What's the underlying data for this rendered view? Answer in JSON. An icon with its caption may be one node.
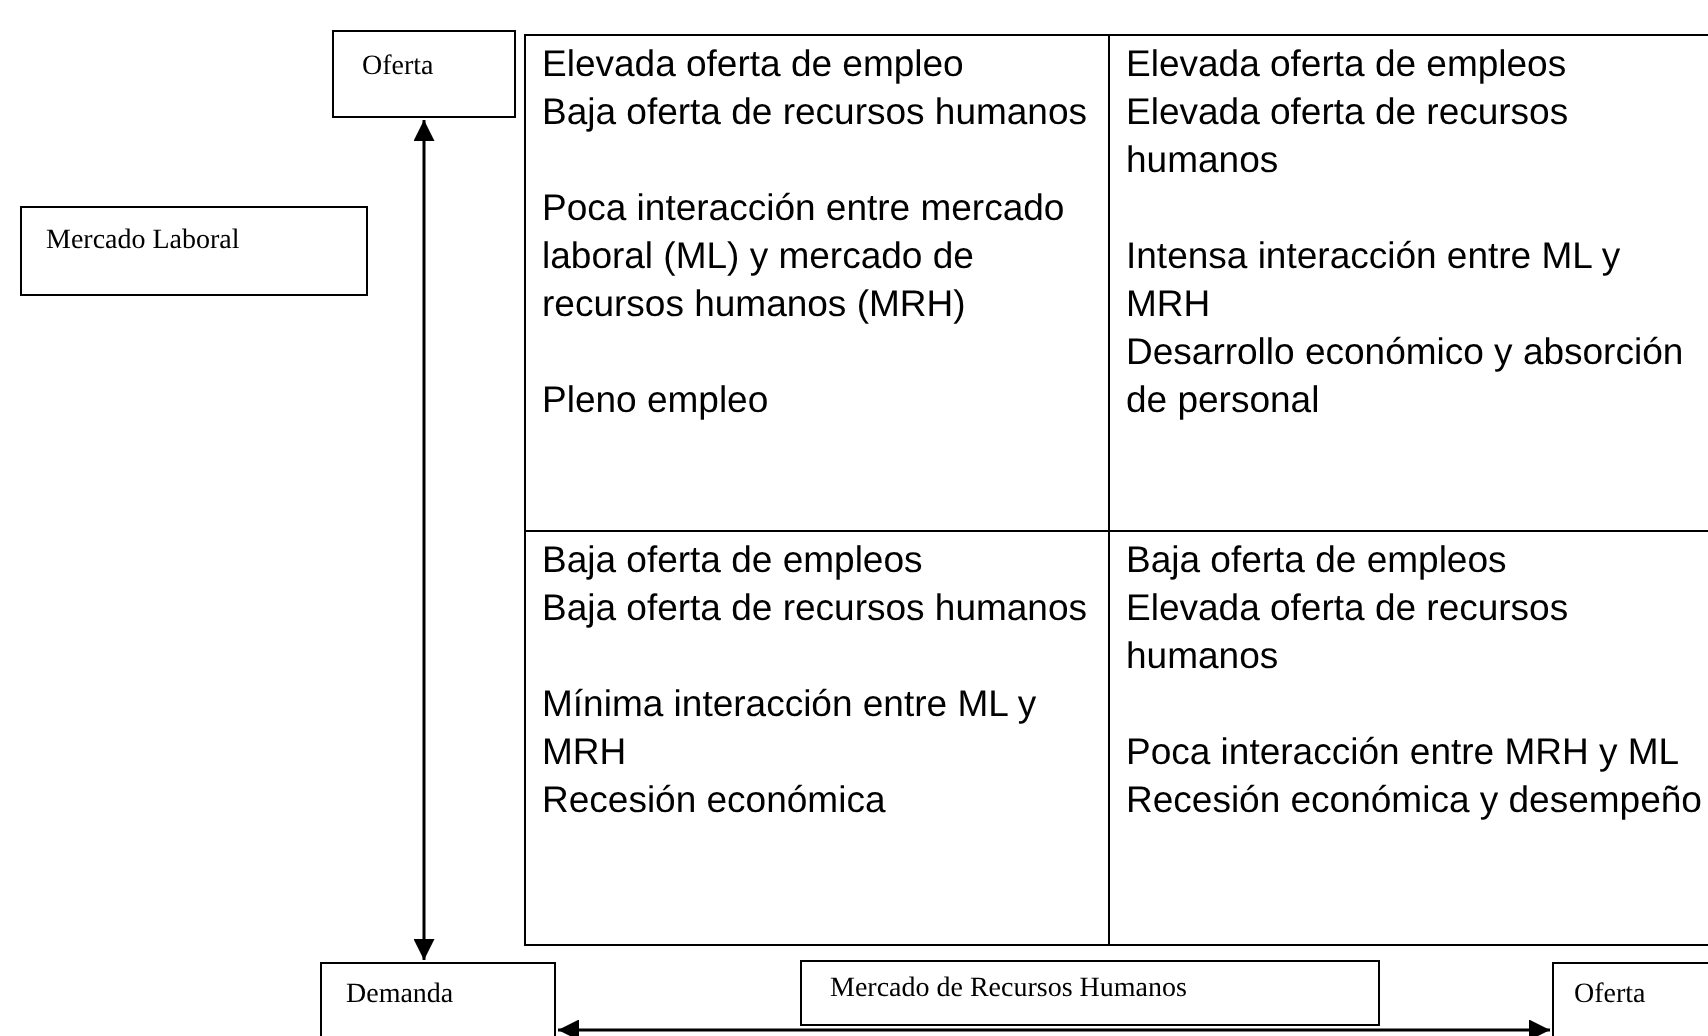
{
  "diagram": {
    "nodes": [
      {
        "text": [
          "Oferta"
        ]
      },
      {
        "text": [
          "Mercado Laboral"
        ]
      },
      {
        "text": [
          "Elevada oferta de empleo",
          "Baja oferta de recursos humanos",
          "Poca interacción entre mercado laboral (ML) y mercado de recursos humanos (MRH)",
          "Pleno empleo"
        ]
      },
      {
        "text": [
          "Elevada oferta de empleos",
          "Elevada oferta de recursos humanos",
          "Intensa interacción entre ML y MRH",
          "Desarrollo económico y absorción de personal"
        ]
      },
      {
        "text": [
          "Baja oferta de empleos",
          "Baja oferta de recursos humanos",
          "Mínima interacción entre ML y MRH",
          "Recesión económica"
        ]
      },
      {
        "text": [
          "Baja oferta de empleos",
          "Elevada oferta de recursos humanos",
          "Poca interacción entre MRH y ML",
          "Recesión económica y desempeño"
        ]
      },
      {
        "text": [
          "Demanda"
        ]
      },
      {
        "text": [
          "Mercado de Recursos Humanos"
        ]
      },
      {
        "text": [
          "Oferta"
        ]
      }
    ],
    "edges": [
      {
        "from": 0,
        "to": 6,
        "arrow": "both"
      },
      {
        "from": 6,
        "to": 8,
        "arrow": "both"
      }
    ]
  }
}
